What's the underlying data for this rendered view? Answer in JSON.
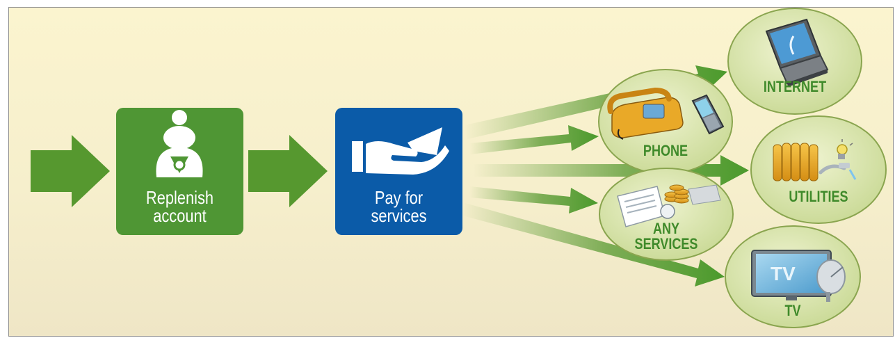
{
  "steps": {
    "replenish": {
      "line1": "Replenish",
      "line2": "account"
    },
    "pay": {
      "line1": "Pay for",
      "line2": "services"
    }
  },
  "services": {
    "internet": "INTERNET",
    "phone": "PHONE",
    "utilities": "UTILITIES",
    "any_services_line1": "ANY",
    "any_services_line2": "SERVICES",
    "tv": "TV",
    "tv_screen_text": "TV"
  },
  "colors": {
    "arrow_green": "#56982f",
    "step_green": "#4f9634",
    "step_blue": "#0b5ba8",
    "label_green": "#3f8a2a",
    "oval_fill": "#dde7b4",
    "oval_border": "#8aa54f",
    "background": "#f8f1cd"
  },
  "icons": [
    "person-with-bag-icon",
    "hand-with-card-icon",
    "laptop-icon",
    "telephone-icon",
    "mobile-phone-icon",
    "radiator-icon",
    "light-bulb-icon",
    "faucet-icon",
    "documents-icon",
    "coins-icon",
    "television-icon",
    "satellite-dish-icon"
  ]
}
